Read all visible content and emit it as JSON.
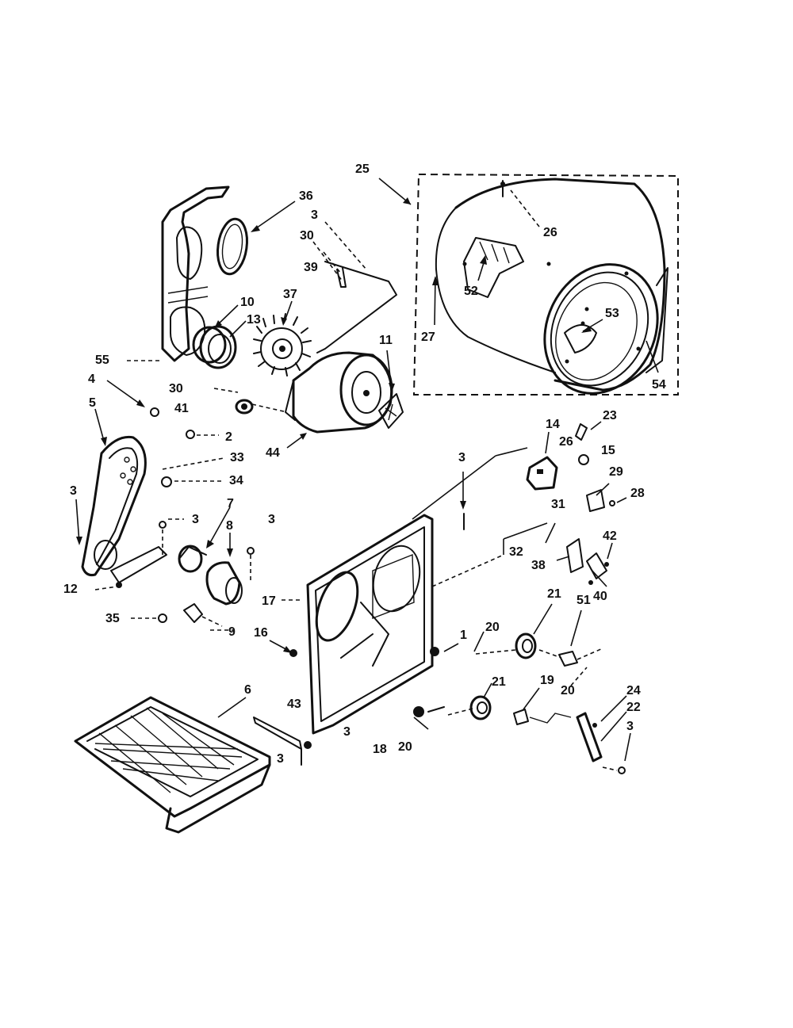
{
  "diagram": {
    "labels": {
      "l25": "25",
      "l36": "36",
      "l3a": "3",
      "l30a": "30",
      "l39": "39",
      "l37": "37",
      "l10": "10",
      "l13": "13",
      "l26a": "26",
      "l52": "52",
      "l27": "27",
      "l53": "53",
      "l54": "54",
      "l11": "11",
      "l55": "55",
      "l4": "4",
      "l30b": "30",
      "l41": "41",
      "l2": "2",
      "l5": "5",
      "l44": "44",
      "l33": "33",
      "l34": "34",
      "l3b": "3",
      "l7": "7",
      "l3c": "3",
      "l8": "8",
      "l3d": "3",
      "l12": "12",
      "l35": "35",
      "l9": "9",
      "l14": "14",
      "l23": "23",
      "l26b": "26",
      "l15": "15",
      "l29": "29",
      "l28": "28",
      "l3e": "3",
      "l31": "31",
      "l42": "42",
      "l32": "32",
      "l38": "38",
      "l40": "40",
      "l17": "17",
      "l21a": "21",
      "l20a": "20",
      "l1": "1",
      "l51": "51",
      "l16": "16",
      "l21b": "21",
      "l19": "19",
      "l20b": "20",
      "l24": "24",
      "l6": "6",
      "l43": "43",
      "l22": "22",
      "l3f": "3",
      "l3g": "3",
      "l18": "18",
      "l20c": "20",
      "l3h": "3"
    }
  }
}
